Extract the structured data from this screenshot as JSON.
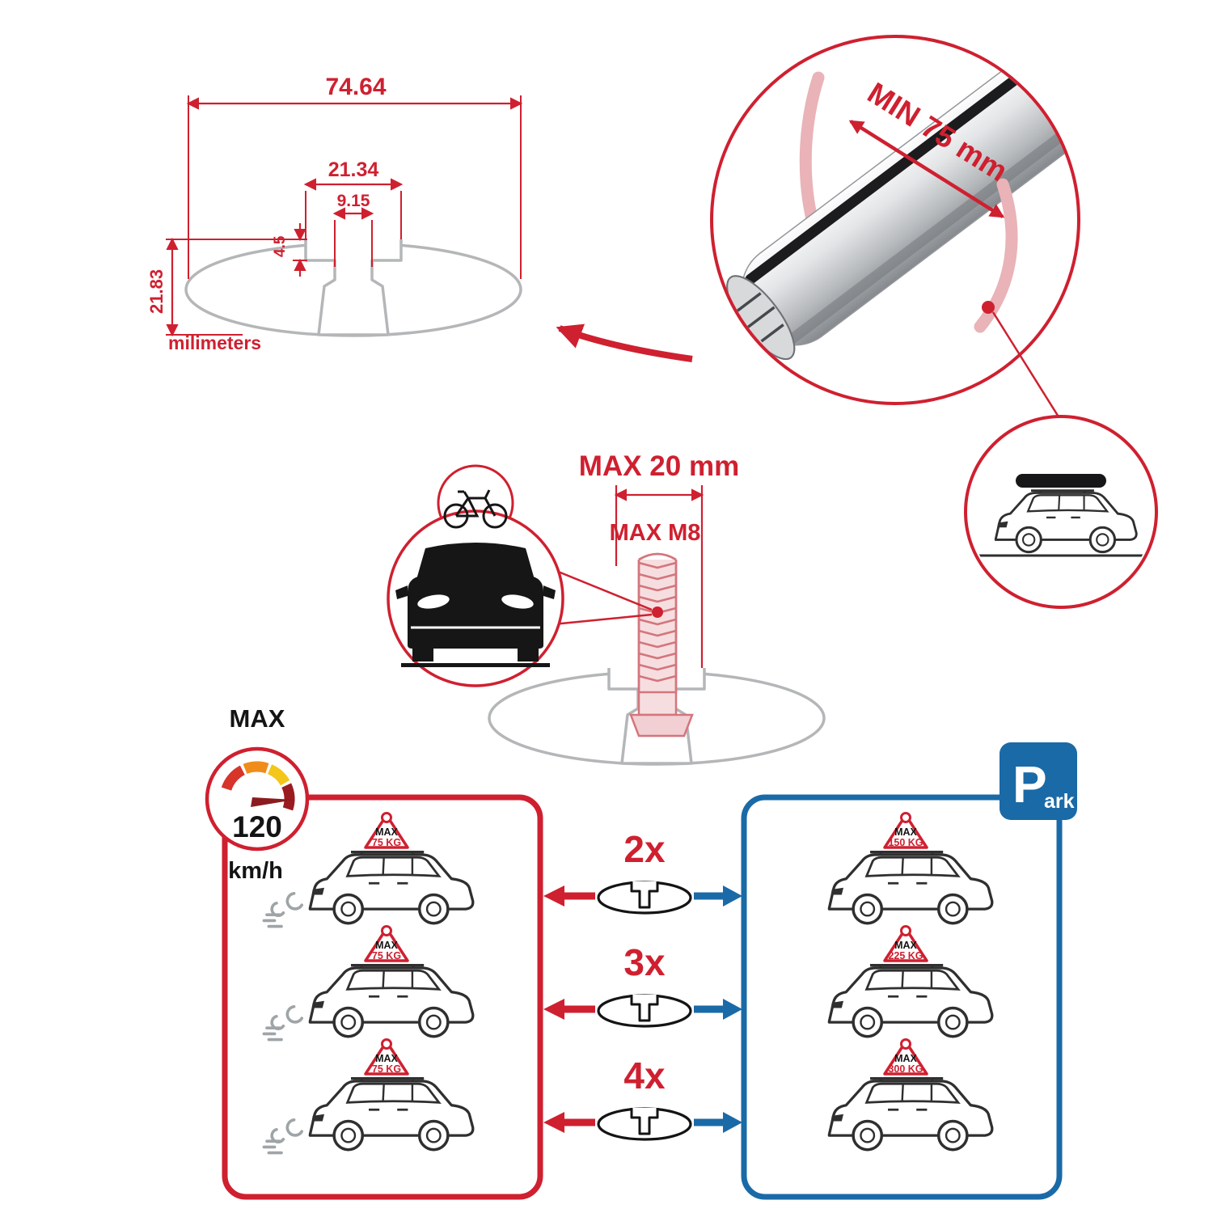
{
  "colors": {
    "accent_red": "#cf2030",
    "accent_blue": "#1a6aa7",
    "profile_gray": "#b4b6b8"
  },
  "cross_section": {
    "total_width": "74.64",
    "channel_outer_width": "21.34",
    "channel_inner_width": "9.15",
    "channel_lip_depth": "4.5",
    "total_height": "21.83",
    "units": "milimeters"
  },
  "bar_closeup": {
    "min_clamp_span": "MIN 75 mm"
  },
  "mounting_bolt": {
    "max_width": "MAX 20 mm",
    "max_thread": "MAX M8"
  },
  "speed_gauge": {
    "label": "MAX",
    "value": "120",
    "units": "km/h"
  },
  "driving_panel": {
    "cars": [
      {
        "sign_title": "MAX",
        "sign_load": "75 KG"
      },
      {
        "sign_title": "MAX",
        "sign_load": "75 KG"
      },
      {
        "sign_title": "MAX",
        "sign_load": "75 KG"
      }
    ]
  },
  "bar_quantities": [
    {
      "label": "2x"
    },
    {
      "label": "3x"
    },
    {
      "label": "4x"
    }
  ],
  "parking_panel": {
    "sign_initial": "P",
    "sign_rest": "ark",
    "cars": [
      {
        "sign_title": "MAX",
        "sign_load": "150 KG"
      },
      {
        "sign_title": "MAX",
        "sign_load": "225 KG"
      },
      {
        "sign_title": "MAX",
        "sign_load": "300 KG"
      }
    ]
  }
}
